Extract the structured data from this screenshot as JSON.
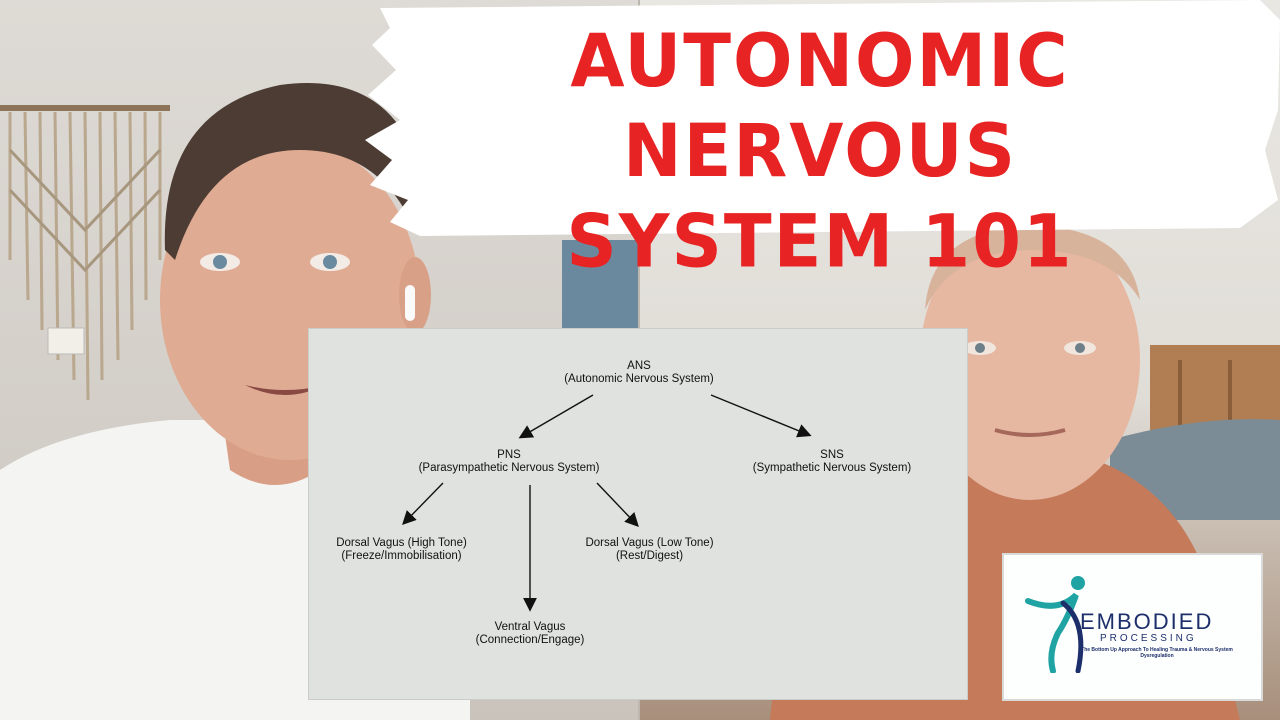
{
  "title": {
    "line1": "AUTONOMIC NERVOUS",
    "line2": "SYSTEM 101",
    "color": "#e82323"
  },
  "diagram": {
    "ans": {
      "name": "ANS",
      "desc": "(Autonomic Nervous System)"
    },
    "pns": {
      "name": "PNS",
      "desc": "(Parasympathetic Nervous System)"
    },
    "sns": {
      "name": "SNS",
      "desc": "(Sympathetic Nervous System)"
    },
    "dorsal_high": {
      "name": "Dorsal Vagus (High Tone)",
      "desc": "(Freeze/Immobilisation)"
    },
    "dorsal_low": {
      "name": "Dorsal Vagus (Low Tone)",
      "desc": "(Rest/Digest)"
    },
    "ventral": {
      "name": "Ventral Vagus",
      "desc": "(Connection/Engage)"
    }
  },
  "logo": {
    "name": "EMBODIED",
    "sub": "PROCESSING",
    "tagline": "The Bottom Up Approach To Healing Trauma & Nervous System Dysregulation",
    "brand_colors": {
      "navy": "#1d2f6b",
      "teal": "#1fa3a3"
    }
  }
}
